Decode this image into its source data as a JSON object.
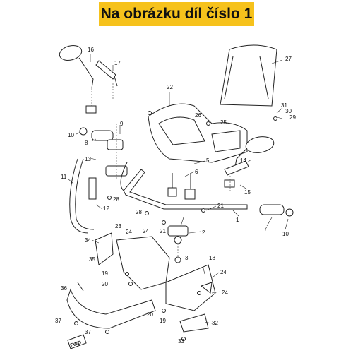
{
  "header": {
    "banner_text": "Na obrázku díl číslo 1",
    "banner_color": "#f6c21c"
  },
  "diagram": {
    "part_labels": [
      "16",
      "17",
      "27",
      "22",
      "9",
      "10",
      "8",
      "26",
      "25",
      "31",
      "30",
      "29",
      "13",
      "6",
      "5",
      "14",
      "11",
      "12",
      "28",
      "28",
      "21",
      "15",
      "1",
      "7",
      "10",
      "23",
      "24",
      "24",
      "21",
      "2",
      "3",
      "34",
      "35",
      "18",
      "19",
      "20",
      "24",
      "36",
      "24",
      "37",
      "20",
      "19",
      "32",
      "37",
      "33"
    ],
    "fwd_label": "FWD"
  }
}
